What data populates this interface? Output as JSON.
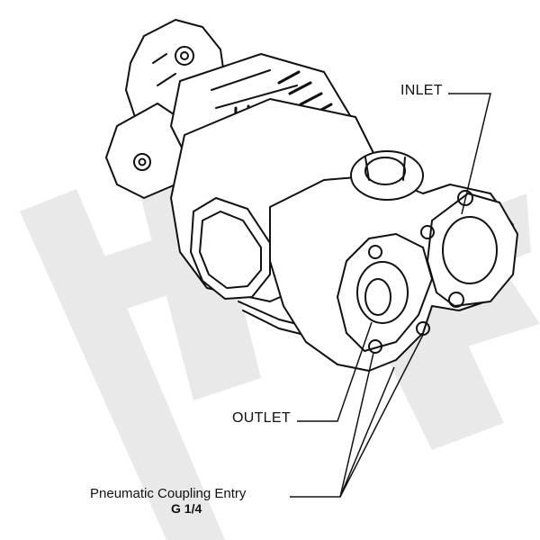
{
  "labels": {
    "inlet": "INLET",
    "outlet": "OUTLET",
    "coupling_entry": "Pneumatic Coupling Entry",
    "coupling_size": "G 1/4"
  },
  "colors": {
    "line": "#111111",
    "watermark": "#e9e9e9",
    "body_fill": "#ffffff",
    "shade": "#f4f4f4"
  },
  "watermark": {
    "type": "logo",
    "text": "HK"
  },
  "icons": {
    "pump": "gear-pump-drawing"
  }
}
